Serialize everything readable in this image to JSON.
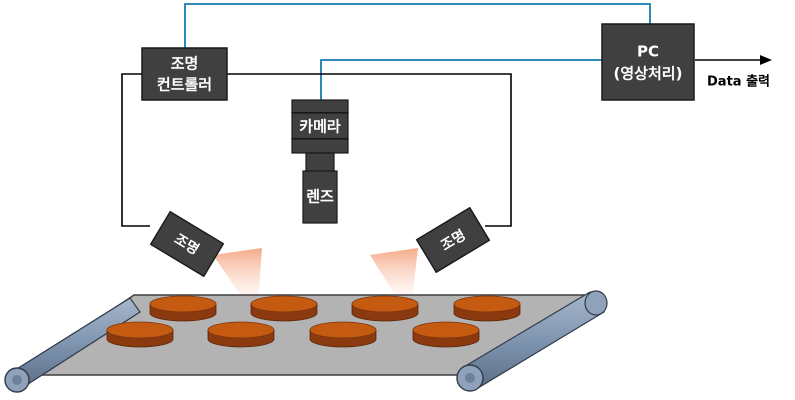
{
  "labels": {
    "controller_line1": "조명",
    "controller_line2": "컨트롤러",
    "camera": "카메라",
    "lens": "렌즈",
    "pc_line1": "PC",
    "pc_line2": "(영상처리)",
    "output": "Data 출력",
    "light_left": "조명",
    "light_right": "조명"
  },
  "colors": {
    "box_fill": "#404040",
    "box_stroke": "#1a1a1a",
    "signal_wire": "#2e8ab8",
    "power_wire": "#000000",
    "light_cone": "#f8b89a",
    "belt_surface": "#b3b3b3",
    "roller": "#7f95b0",
    "product_top": "#c55a11",
    "product_side": "#8b3a0f"
  },
  "icons": {
    "output_arrow": "arrow-right-icon"
  }
}
